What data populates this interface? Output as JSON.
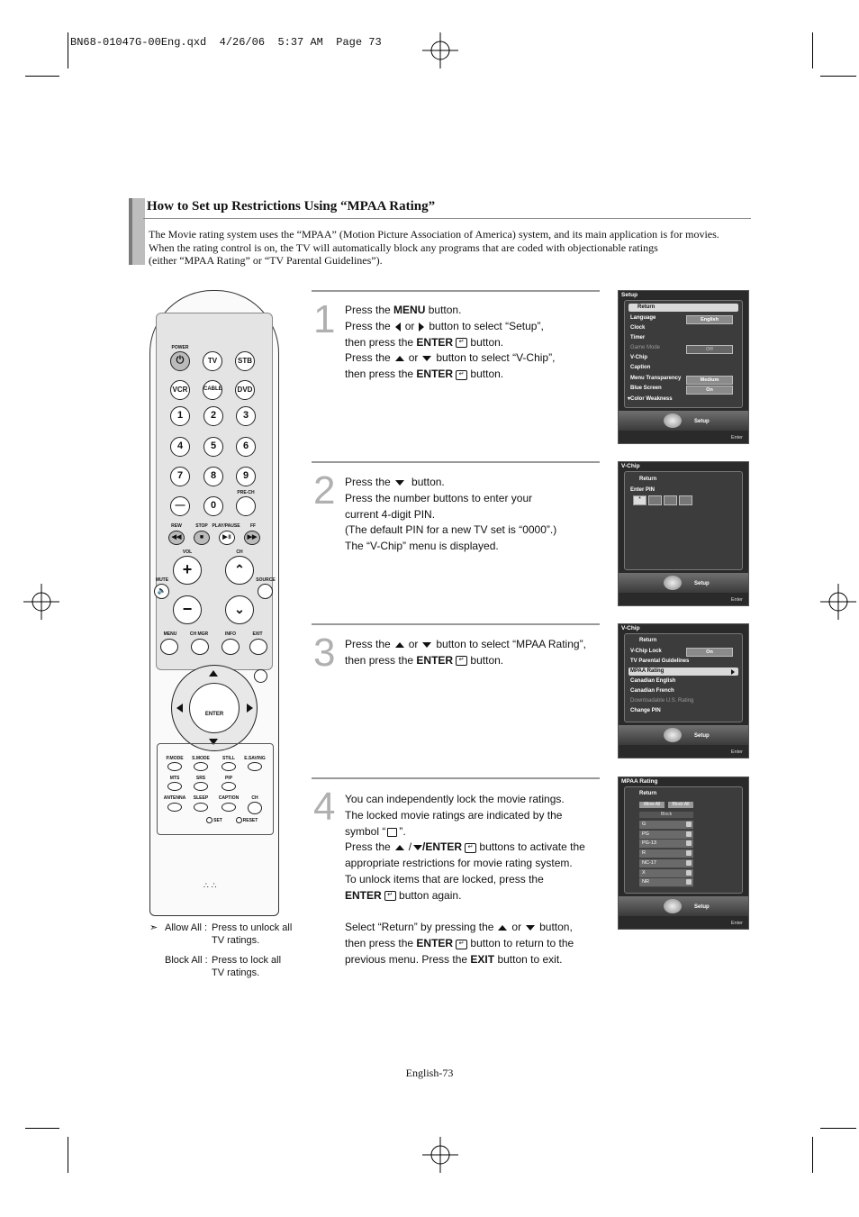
{
  "print_header": "BN68-01047G-00Eng.qxd  4/26/06  5:37 AM  Page 73",
  "section_title": "How to Set up Restrictions Using “MPAA Rating”",
  "intro": [
    "The Movie rating system uses the “MPAA” (Motion Picture Association of America) system, and its main application is for movies.",
    "When the rating control is on, the TV will automatically block any programs that are coded with objectionable ratings",
    "(either “MPAA Rating” or “TV Parental Guidelines”)."
  ],
  "steps": [
    {
      "num": "1"
    },
    {
      "num": "2"
    },
    {
      "num": "3"
    },
    {
      "num": "4"
    }
  ],
  "step_text": {
    "press_the": "Press the",
    "menu": "MENU",
    "button": "button.",
    "or": "or",
    "select_setup": "button to select “Setup”,",
    "then_press_the": "then press  the",
    "enter": "ENTER",
    "select_vchip": "button to select “V-Chip”,",
    "then_press_the2": "then press the",
    "number_buttons": "Press the number buttons to enter your",
    "current_pin": "current 4-digit PIN.",
    "default_pin": "(The default PIN for a new TV set is “0000”.)",
    "vchip_displayed": "The “V-Chip” menu is displayed.",
    "select_mpaa": "button to select “MPAA Rating”,",
    "s4_l1": "You can independently lock the movie ratings.",
    "s4_l2": "The locked movie ratings are indicated by the",
    "s4_l3a": "symbol “",
    "s4_l3b": "”.",
    "s4_l4a": "Press the",
    "s4_l4b": "/ENTER",
    "s4_l4c": "buttons to activate the",
    "s4_l5": "appropriate restrictions for movie rating system.",
    "s4_l6": "To unlock items that are locked, press the",
    "s4_l7b": "button again.",
    "s4_l8a": "Select “Return” by pressing the",
    "s4_l8b": "button,",
    "s4_l9b": "button to return to the",
    "s4_l10a": "previous menu. Press the",
    "exit": "EXIT",
    "s4_l10b": "button to exit."
  },
  "screens": {
    "setup": {
      "title": "Setup",
      "rows": [
        "Return",
        "Language",
        "Clock",
        "Timer",
        "Game Mode",
        "V-Chip",
        "Caption",
        "Menu Transparency",
        "Blue Screen",
        "▾Color Weakness"
      ],
      "values": {
        "language": "English",
        "game_mode": "Off",
        "menu_transparency": "Medium",
        "blue_screen": "On"
      }
    },
    "vchip_pin": {
      "title": "V-Chip",
      "rows": [
        "Return",
        "Enter PIN"
      ],
      "pin_first": "*"
    },
    "vchip_menu": {
      "title": "V-Chip",
      "rows": [
        "Return",
        "V-Chip Lock",
        "TV Parental Guidelines",
        "MPAA Rating",
        "Canadian English",
        "Canadian French",
        "Downloadable U.S. Rating",
        "Change PIN"
      ],
      "vchip_lock_value": "On"
    },
    "mpaa": {
      "title": "MPAA Rating",
      "return": "Return",
      "allow_all": "Allow All",
      "block_all": "Block All",
      "block": "Block",
      "ratings": [
        "G",
        "PG",
        "PG-13",
        "R",
        "NC-17",
        "X",
        "NR"
      ]
    },
    "footer_label": "Setup",
    "footer_enter": "Enter"
  },
  "remote": {
    "labels": {
      "power": "POWER",
      "tv": "TV",
      "stb": "STB",
      "vcr": "VCR",
      "cable": "CABLE",
      "dvd": "DVD",
      "pre_ch": "PRE-CH",
      "rew": "REW",
      "stop": "STOP",
      "play_pause": "PLAY/PAUSE",
      "ff": "FF",
      "vol": "VOL",
      "ch": "CH",
      "mute": "MUTE",
      "source": "SOURCE",
      "menu": "MENU",
      "ch_mgr": "CH MGR",
      "info": "INFO",
      "exit": "EXIT",
      "enter": "ENTER",
      "p_mode": "P.MODE",
      "s_mode": "S.MODE",
      "still": "STILL",
      "e_saving": "E.SAVING",
      "mts": "MTS",
      "srs": "SRS",
      "pip": "PIP",
      "antenna": "ANTENNA",
      "sleep": "SLEEP",
      "caption": "CAPTION",
      "ch2": "CH",
      "set": "SET",
      "reset": "RESET"
    },
    "digits": [
      "1",
      "2",
      "3",
      "4",
      "5",
      "6",
      "7",
      "8",
      "9",
      "—",
      "0"
    ]
  },
  "notes": {
    "allow_label": "Allow All :",
    "allow_text_1": "Press to unlock all",
    "allow_text_2": "TV ratings.",
    "block_label": "Block All :",
    "block_text_1": "Press to lock all",
    "block_text_2": "TV ratings."
  },
  "page_footer": "English-73"
}
